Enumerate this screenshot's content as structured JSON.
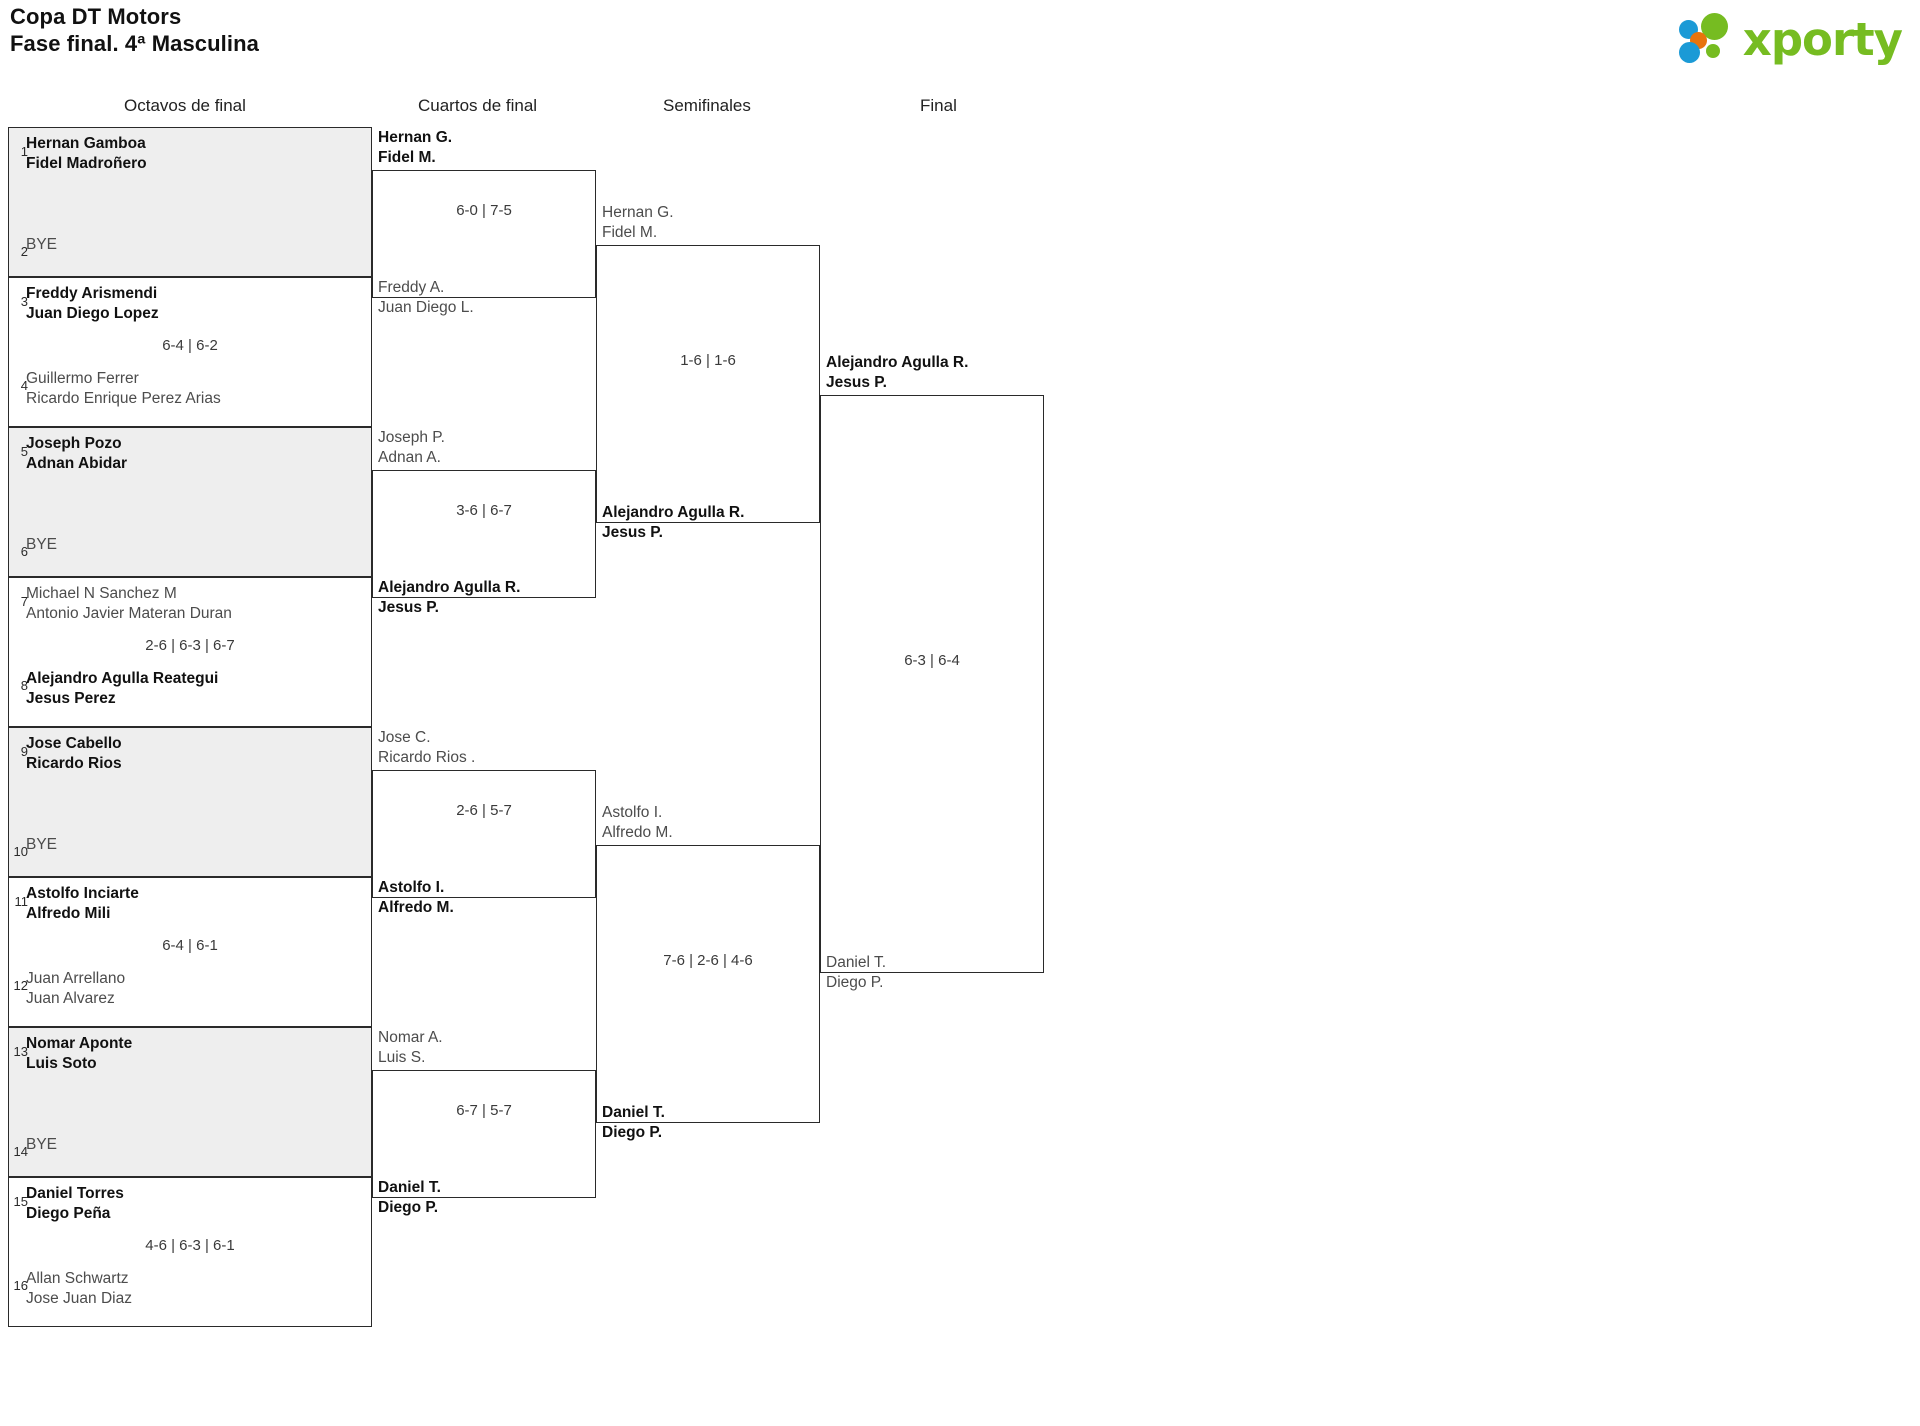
{
  "header": {
    "title_line1": "Copa DT Motors",
    "title_line2": "Fase final. 4ª Masculina",
    "logo_text": "xporty"
  },
  "rounds": [
    {
      "label": "Octavos de final"
    },
    {
      "label": "Cuartos de final"
    },
    {
      "label": "Semifinales"
    },
    {
      "label": "Final"
    }
  ],
  "chart_data": {
    "type": "table",
    "title": "Copa DT Motors — Fase final. 4ª Masculina",
    "round_names": [
      "Octavos de final",
      "Cuartos de final",
      "Semifinales",
      "Final"
    ],
    "seeds": [
      1,
      2,
      3,
      4,
      5,
      6,
      7,
      8,
      9,
      10,
      11,
      12,
      13,
      14,
      15,
      16
    ]
  },
  "r1": {
    "slots": [
      {
        "seed": "1",
        "line1": "Hernan Gamboa",
        "line2": "Fidel Madroñero",
        "winner": true
      },
      {
        "seed": "2",
        "line1": "BYE",
        "line2": "",
        "winner": false
      },
      {
        "seed": "3",
        "line1": "Freddy Arismendi",
        "line2": "Juan Diego Lopez",
        "winner": true
      },
      {
        "seed": "4",
        "line1": "Guillermo Ferrer",
        "line2": "Ricardo Enrique Perez Arias",
        "winner": false
      },
      {
        "seed": "5",
        "line1": "Joseph Pozo",
        "line2": "Adnan Abidar",
        "winner": true
      },
      {
        "seed": "6",
        "line1": "BYE",
        "line2": "",
        "winner": false
      },
      {
        "seed": "7",
        "line1": "Michael N Sanchez M",
        "line2": "Antonio Javier Materan Duran",
        "winner": false
      },
      {
        "seed": "8",
        "line1": "Alejandro Agulla Reategui",
        "line2": "Jesus Perez",
        "winner": true
      },
      {
        "seed": "9",
        "line1": "Jose Cabello",
        "line2": "Ricardo Rios",
        "winner": true
      },
      {
        "seed": "10",
        "line1": "BYE",
        "line2": "",
        "winner": false
      },
      {
        "seed": "11",
        "line1": "Astolfo Inciarte",
        "line2": "Alfredo Mili",
        "winner": true
      },
      {
        "seed": "12",
        "line1": "Juan Arrellano",
        "line2": "Juan Alvarez",
        "winner": false
      },
      {
        "seed": "13",
        "line1": "Nomar Aponte",
        "line2": "Luis Soto",
        "winner": true
      },
      {
        "seed": "14",
        "line1": "BYE",
        "line2": "",
        "winner": false
      },
      {
        "seed": "15",
        "line1": "Daniel Torres",
        "line2": "Diego Peña",
        "winner": true
      },
      {
        "seed": "16",
        "line1": "Allan Schwartz",
        "line2": "Jose Juan Diaz",
        "winner": false
      }
    ],
    "scores": [
      "",
      "6-4 | 6-2",
      "",
      "2-6 | 6-3 | 6-7",
      "",
      "6-4 | 6-1",
      "",
      "4-6 | 6-3 | 6-1"
    ]
  },
  "r2": {
    "slots": [
      {
        "line1": "Hernan G.",
        "line2": "Fidel M.",
        "winner": true
      },
      {
        "line1": "Freddy A.",
        "line2": "Juan Diego L.",
        "winner": false
      },
      {
        "line1": "Joseph P.",
        "line2": "Adnan A.",
        "winner": false
      },
      {
        "line1": "Alejandro Agulla R.",
        "line2": "Jesus P.",
        "winner": true
      },
      {
        "line1": "Jose C.",
        "line2": "Ricardo Rios .",
        "winner": false
      },
      {
        "line1": "Astolfo I.",
        "line2": "Alfredo M.",
        "winner": true
      },
      {
        "line1": "Nomar A.",
        "line2": "Luis S.",
        "winner": false
      },
      {
        "line1": "Daniel T.",
        "line2": "Diego P.",
        "winner": true
      }
    ],
    "scores": [
      "6-0 | 7-5",
      "3-6 | 6-7",
      "2-6 | 5-7",
      "6-7 | 5-7"
    ]
  },
  "r3": {
    "slots": [
      {
        "line1": "Hernan G.",
        "line2": "Fidel M.",
        "winner": false
      },
      {
        "line1": "Alejandro Agulla R.",
        "line2": "Jesus P.",
        "winner": true
      },
      {
        "line1": "Astolfo I.",
        "line2": "Alfredo M.",
        "winner": false
      },
      {
        "line1": "Daniel T.",
        "line2": "Diego P.",
        "winner": true
      }
    ],
    "scores": [
      "1-6 | 1-6",
      "7-6 | 2-6 | 4-6"
    ]
  },
  "r4": {
    "slots": [
      {
        "line1": "Alejandro Agulla R.",
        "line2": "Jesus P.",
        "winner": true
      },
      {
        "line1": "Daniel T.",
        "line2": "Diego P.",
        "winner": false
      }
    ],
    "scores": [
      "6-3 | 6-4"
    ]
  }
}
